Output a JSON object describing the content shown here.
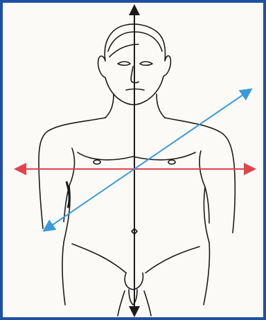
{
  "figure": {
    "subject": "human-body-outline",
    "axes": [
      {
        "name": "vertical-axis",
        "color": "#1a1a1a"
      },
      {
        "name": "transverse-axis",
        "color": "#e0444c"
      },
      {
        "name": "sagittal-axis",
        "color": "#3a9ad9"
      }
    ],
    "colors": {
      "frame_border": "#1f4fa0",
      "paper": "#fbfaf7",
      "ink": "#1a1a1a"
    }
  }
}
